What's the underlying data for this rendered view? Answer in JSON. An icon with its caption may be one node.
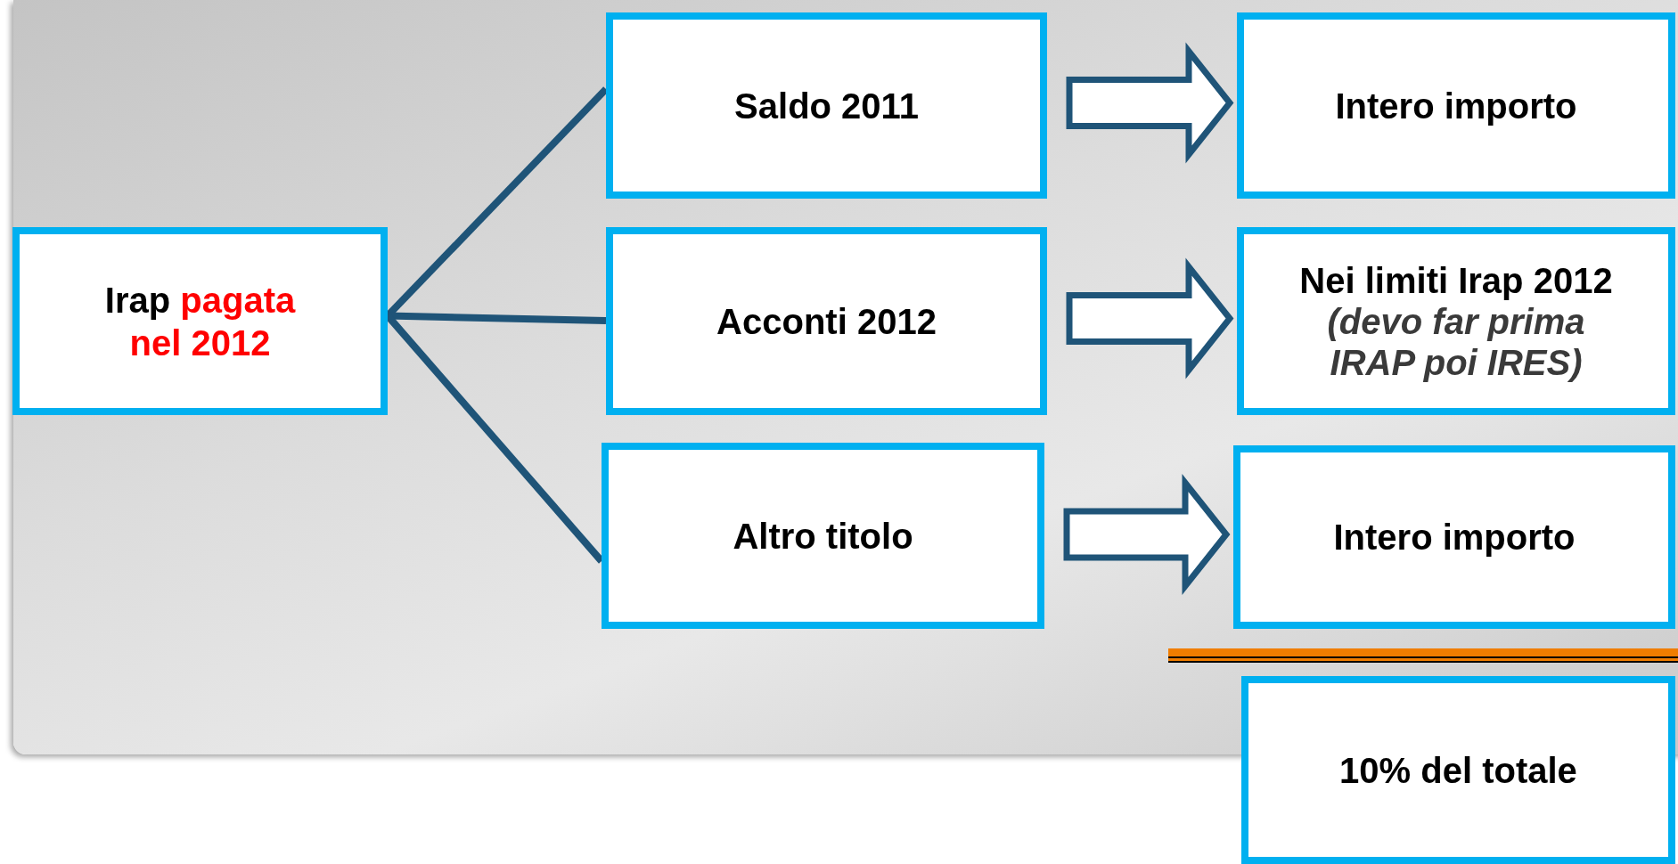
{
  "diagram": {
    "nodes": [
      {
        "text": [
          "Irap",
          "pagata nel 2012"
        ]
      },
      {
        "text": [
          "Saldo 2011"
        ]
      },
      {
        "text": [
          "Acconti 2012"
        ]
      },
      {
        "text": [
          "Altro titolo"
        ]
      },
      {
        "text": [
          "Intero importo"
        ]
      },
      {
        "text": [
          "Nei limiti Irap 2012",
          "(devo far prima IRAP poi IRES)"
        ]
      },
      {
        "text": [
          "Intero importo"
        ]
      },
      {
        "text": [
          "10% del totale"
        ]
      },
      {
        "text": [],
        "shape": "bar"
      }
    ],
    "edges": [
      {
        "from": 0,
        "to": 1,
        "arrow": "none"
      },
      {
        "from": 0,
        "to": 2,
        "arrow": "none"
      },
      {
        "from": 0,
        "to": 3,
        "arrow": "none"
      },
      {
        "from": 1,
        "to": 4,
        "arrow": "to",
        "style": "thick"
      },
      {
        "from": 2,
        "to": 5,
        "arrow": "to",
        "style": "thick"
      },
      {
        "from": 3,
        "to": 6,
        "arrow": "to",
        "style": "thick"
      }
    ]
  }
}
